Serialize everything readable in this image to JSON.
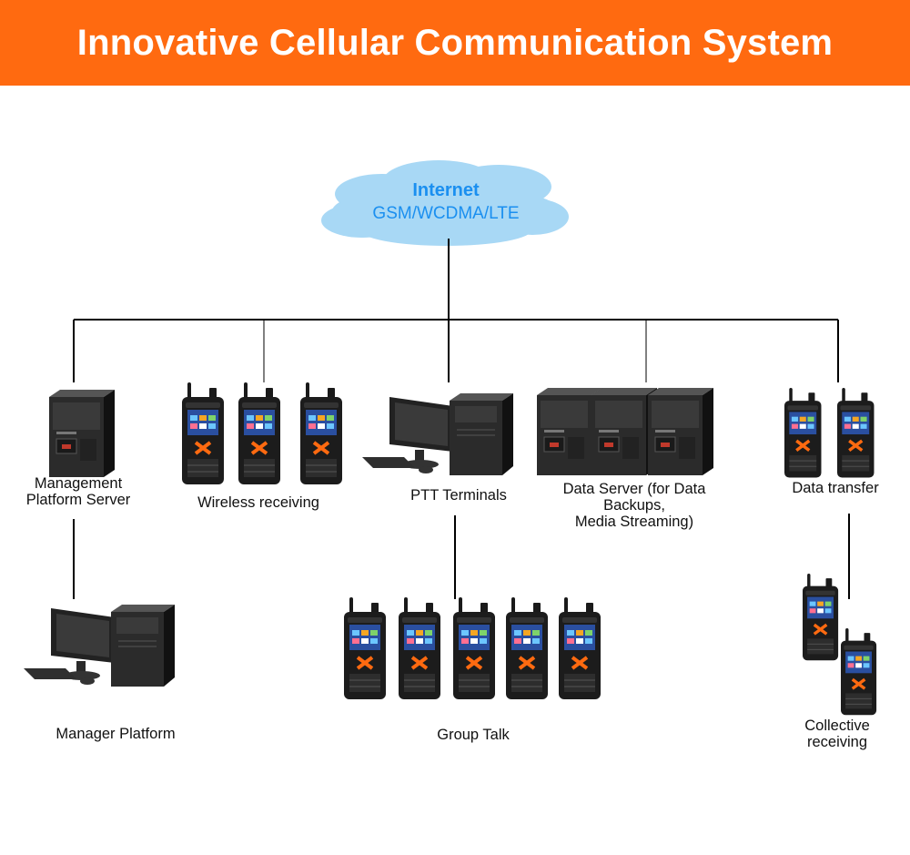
{
  "header": {
    "title": "Innovative Cellular Communication System"
  },
  "cloud": {
    "title": "Internet",
    "subtitle": "GSM/WCDMA/LTE"
  },
  "nodes": {
    "management_server": "Management\nPlatform Server",
    "wireless_receiving": "Wireless receiving",
    "ptt_terminals": "PTT Terminals",
    "data_server": "Data Server  (for Data\nBackups,\nMedia Streaming)",
    "data_transfer": "Data transfer",
    "manager_platform": "Manager Platform",
    "group_talk": "Group Talk",
    "collective_receiving": "Collective\nreceiving"
  },
  "colors": {
    "banner": "#ff6a10",
    "cloud_fill": "#a8d8f5",
    "cloud_text": "#1a8ff0",
    "line": "#000000"
  }
}
